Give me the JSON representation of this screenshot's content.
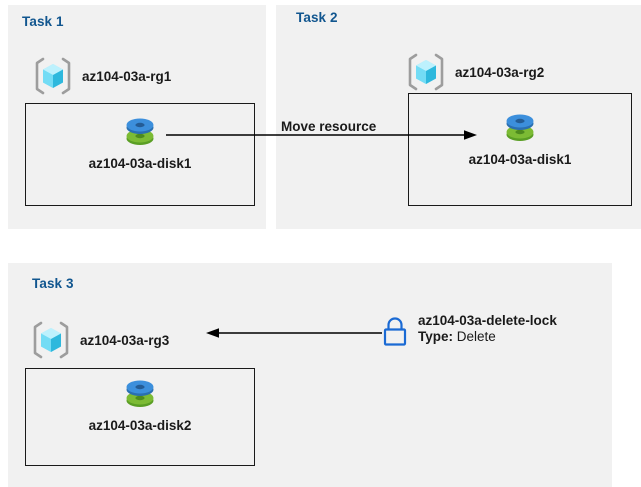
{
  "diagram": {
    "background_color": "#ffffff",
    "panel_color": "#f1f1f1",
    "title_color": "#11568f",
    "text_color": "#1a1a1a",
    "lock_icon_color": "#1a6ad4",
    "disk_top_color": "#3c8fdc",
    "disk_bottom_color": "#7cbb34",
    "rg_icon_color": "#49d2f5"
  },
  "panels": [
    {
      "id": "task1",
      "title": "Task 1",
      "resource_group": {
        "label": "az104-03a-rg1",
        "icon": "resource-group-icon"
      },
      "resource": {
        "label": "az104-03a-disk1",
        "icon": "managed-disk-icon"
      }
    },
    {
      "id": "task2",
      "title": "Task 2",
      "resource_group": {
        "label": "az104-03a-rg2",
        "icon": "resource-group-icon"
      },
      "resource": {
        "label": "az104-03a-disk1",
        "icon": "managed-disk-icon"
      }
    },
    {
      "id": "task3",
      "title": "Task 3",
      "resource_group": {
        "label": "az104-03a-rg3",
        "icon": "resource-group-icon"
      },
      "resource": {
        "label": "az104-03a-disk2",
        "icon": "managed-disk-icon"
      }
    }
  ],
  "connectors": [
    {
      "id": "move-resource",
      "label": "Move resource",
      "direction": "right",
      "from": "az104-03a-disk1",
      "to": "az104-03a-rg2"
    },
    {
      "id": "apply-lock",
      "label": "",
      "direction": "left",
      "from": "az104-03a-delete-lock",
      "to": "az104-03a-rg3"
    }
  ],
  "lock": {
    "icon": "lock-icon",
    "name": "az104-03a-delete-lock",
    "type_key": "Type:",
    "type_value": "Delete"
  }
}
